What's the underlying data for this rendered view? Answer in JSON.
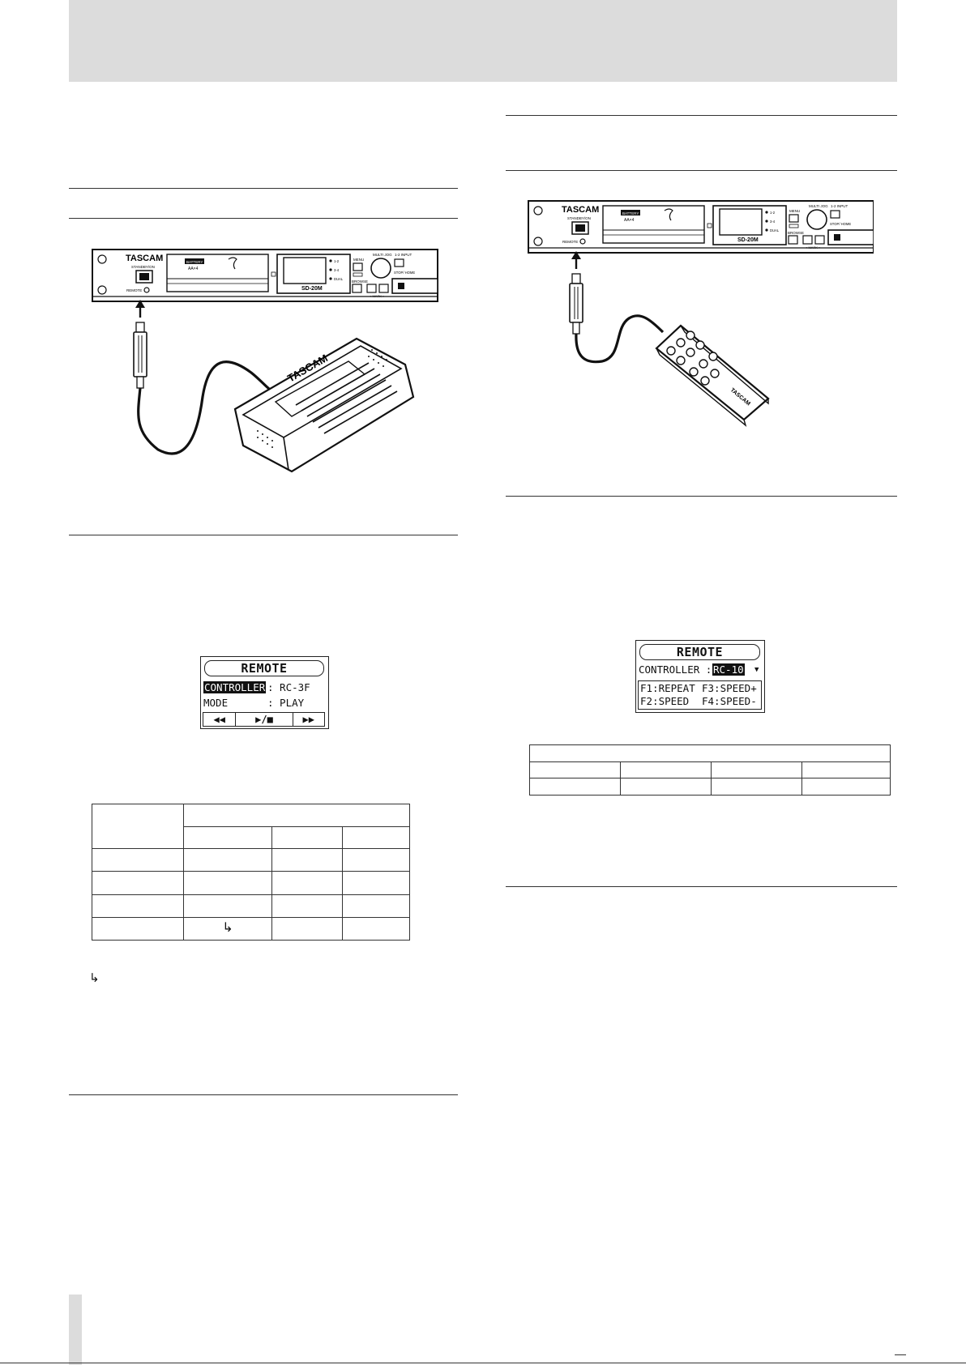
{
  "left_column": {
    "device_illustration": {
      "brand": "TASCAM",
      "model": "SD-20M",
      "power_label": "STANDBY/ON",
      "remote_label": "REMOTE",
      "battery_badge": "BATTERY",
      "battery_type": "AA×4",
      "menu_label": "MENU",
      "browse_label": "BROWSE",
      "jog_label": "MULTI JOG",
      "input_label": "1-2 INPUT",
      "stop_label": "STOP/ HOME",
      "mark_label": "< MARK >",
      "indicators": [
        "1-2",
        "3-4",
        "DUAL"
      ],
      "pedal_brand": "TASCAM"
    },
    "lcd": {
      "title": "REMOTE",
      "controller_key": "CONTROLLER",
      "controller_value": ": RC-3F",
      "mode_key": "MODE",
      "mode_value": ": PLAY",
      "buttons": [
        "◀◀",
        "▶/■",
        "▶▶"
      ]
    },
    "table_icon": "↳",
    "note_icon": "↳"
  },
  "right_column": {
    "device_illustration": {
      "brand": "TASCAM",
      "model": "SD-20M",
      "power_label": "STANDBY/ON",
      "remote_label": "REMOTE",
      "battery_badge": "BATTERY",
      "battery_type": "AA×4",
      "menu_label": "MENU",
      "browse_label": "BROWSE",
      "jog_label": "MULTI JOG",
      "input_label": "1-2 INPUT",
      "stop_label": "STOP/ HOME",
      "mark_label": "< MARK >",
      "indicators": [
        "1-2",
        "3-4",
        "DUAL"
      ],
      "remote_brand": "TASCAM"
    },
    "lcd": {
      "title": "REMOTE",
      "controller_key": "CONTROLLER :",
      "controller_value": "RC-10",
      "f1": "F1:REPEAT",
      "f3": "F3:SPEED+",
      "f2": "F2:SPEED",
      "f4": "F4:SPEED-"
    }
  }
}
